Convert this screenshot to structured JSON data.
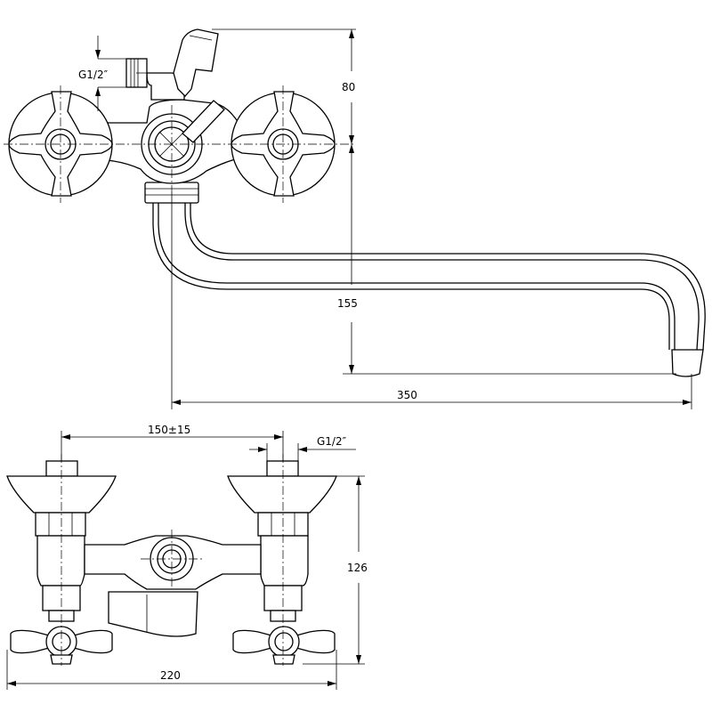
{
  "dimensions": {
    "thread_top": "G1/2″",
    "height_top": "80",
    "height_spout": "155",
    "spout_length": "350",
    "spacing": "150±15",
    "thread_bottom": "G1/2″",
    "height_body": "126",
    "width_total": "220"
  }
}
